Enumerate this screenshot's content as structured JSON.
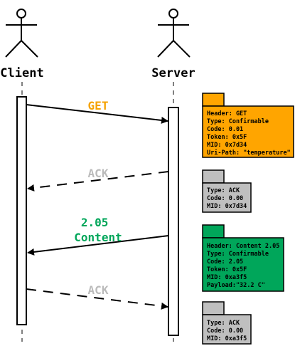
{
  "actors": {
    "client": {
      "label": "Client"
    },
    "server": {
      "label": "Server"
    }
  },
  "messages": [
    {
      "id": "get",
      "label_lines": [
        "GET"
      ],
      "color": "#F5A200",
      "direction": "client-to-server",
      "style": "solid"
    },
    {
      "id": "ack1",
      "label_lines": [
        "ACK"
      ],
      "color": "#BBBBBB",
      "direction": "server-to-client",
      "style": "dashed"
    },
    {
      "id": "content",
      "label_lines": [
        "2.05",
        "Content"
      ],
      "color": "#00A65A",
      "direction": "server-to-client",
      "style": "solid"
    },
    {
      "id": "ack2",
      "label_lines": [
        "ACK"
      ],
      "color": "#BBBBBB",
      "direction": "client-to-server",
      "style": "dashed"
    }
  ],
  "notes": [
    {
      "id": "note-get",
      "fill": "#FFA500",
      "lines": [
        "Header: GET",
        "Type: Confirmable",
        "Code: 0.01",
        "Token: 0x5F",
        "MID: 0x7d34",
        "Uri-Path: \"temperature\""
      ]
    },
    {
      "id": "note-ack1",
      "fill": "#BFBFBF",
      "lines": [
        "Type: ACK",
        "Code: 0.00",
        "MID: 0x7d34"
      ]
    },
    {
      "id": "note-content",
      "fill": "#00A65A",
      "lines": [
        "Header: Content 2.05",
        "Type: Confirmable",
        "Code: 2.05",
        "Token: 0x5F",
        "MID: 0xa3f5",
        "Payload:\"32.2 C\""
      ]
    },
    {
      "id": "note-ack2",
      "fill": "#BFBFBF",
      "lines": [
        "Type: ACK",
        "Code: 0.00",
        "MID: 0xa3f5"
      ]
    }
  ]
}
